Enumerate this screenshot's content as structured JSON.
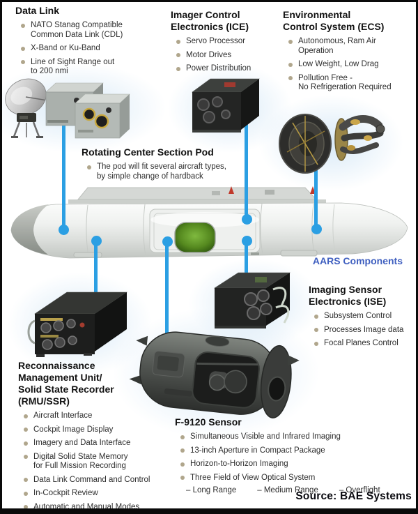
{
  "diagram_label": "AARS Components",
  "source": "Source: BAE Systems",
  "colors": {
    "connector_blue": "#2b9fe3",
    "aars_label_blue": "#4060c0",
    "bullet_dot_tan": "#b0a68c",
    "pod_window_green": "#55891f",
    "source_text": "#0a0a10"
  },
  "illustrations": [
    "satellite-dish-icon",
    "datalink-boxes-icon",
    "ice-box-icon",
    "ecs-turbine-icon",
    "center-pod-icon",
    "ise-box-icon",
    "rmu-ssr-box-icon",
    "f9120-sensor-icon"
  ],
  "sections": {
    "data_link": {
      "title": "Data Link",
      "bullets": [
        "NATO Stanag Compatible\nCommon Data Link (CDL)",
        "X-Band or Ku-Band",
        "Line of Sight Range out\nto 200 nmi"
      ]
    },
    "ice": {
      "title": "Imager Control\nElectronics (ICE)",
      "bullets": [
        "Servo Processor",
        "Motor Drives",
        "Power Distribution"
      ]
    },
    "ecs": {
      "title": "Environmental\nControl System (ECS)",
      "bullets": [
        "Autonomous, Ram Air\nOperation",
        "Low Weight, Low Drag",
        "Pollution Free -\nNo Refrigeration Required"
      ]
    },
    "rotating_pod": {
      "title": "Rotating Center Section Pod",
      "bullets": [
        "The pod will fit several aircraft types,\nby simple change of hardback"
      ]
    },
    "ise": {
      "title": "Imaging Sensor\nElectronics (ISE)",
      "bullets": [
        "Subsystem Control",
        "Processes Image data",
        "Focal Planes Control"
      ]
    },
    "rmu": {
      "title": "Reconnaissance\nManagement Unit/\nSolid State Recorder\n(RMU/SSR)",
      "bullets": [
        "Aircraft Interface",
        "Cockpit Image Display",
        "Imagery and Data Interface",
        "Digital Solid State Memory\nfor Full Mission Recording",
        "Data Link Command and Control",
        "In-Cockpit Review",
        "Automatic and Manual Modes"
      ]
    },
    "f9120": {
      "title": "F-9120 Sensor",
      "bullets": [
        "Simultaneous Visible and Infrared Imaging",
        "13-inch Aperture in Compact Package",
        "Horizon-to-Horizon Imaging",
        "Three Field of View Optical System"
      ],
      "sub_items": [
        "–  Long Range",
        "–  Medium Range",
        "–  Overflight"
      ]
    }
  }
}
